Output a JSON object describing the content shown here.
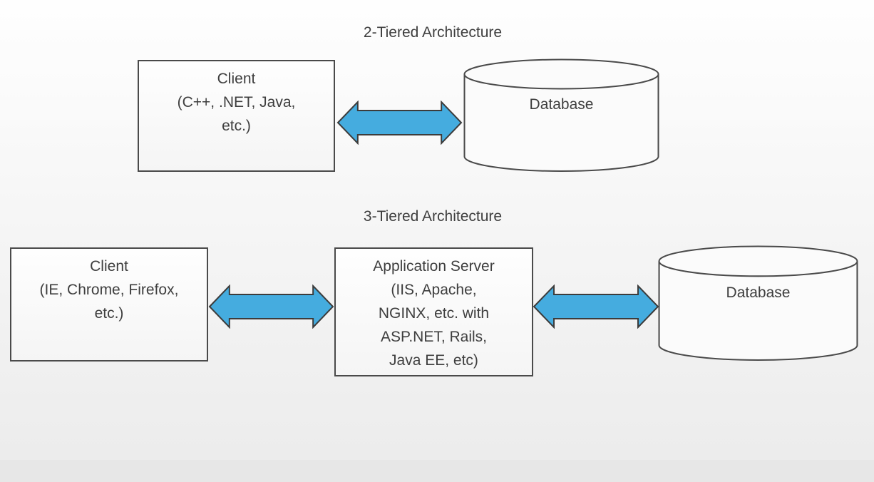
{
  "colors": {
    "arrow_fill": "#45acdf",
    "arrow_stroke": "#3c3c3c",
    "shape_fill": "#fbfbfb",
    "shape_border": "#4a4a4a",
    "text_color": "#3e3e3e",
    "background_top": "#fdfdfd",
    "background_bottom": "#ececec"
  },
  "sections": {
    "two_tier": {
      "title": "2-Tiered Architecture",
      "client": {
        "lines": [
          "Client",
          "(C++, .NET, Java,",
          "etc.)"
        ]
      },
      "database": {
        "label": "Database"
      }
    },
    "three_tier": {
      "title": "3-Tiered Architecture",
      "client": {
        "lines": [
          "Client",
          "(IE, Chrome, Firefox,",
          "etc.)"
        ]
      },
      "app_server": {
        "lines": [
          "Application Server",
          "(IIS, Apache,",
          "NGINX, etc. with",
          "ASP.NET, Rails,",
          "Java EE, etc)"
        ]
      },
      "database": {
        "label": "Database"
      }
    }
  }
}
